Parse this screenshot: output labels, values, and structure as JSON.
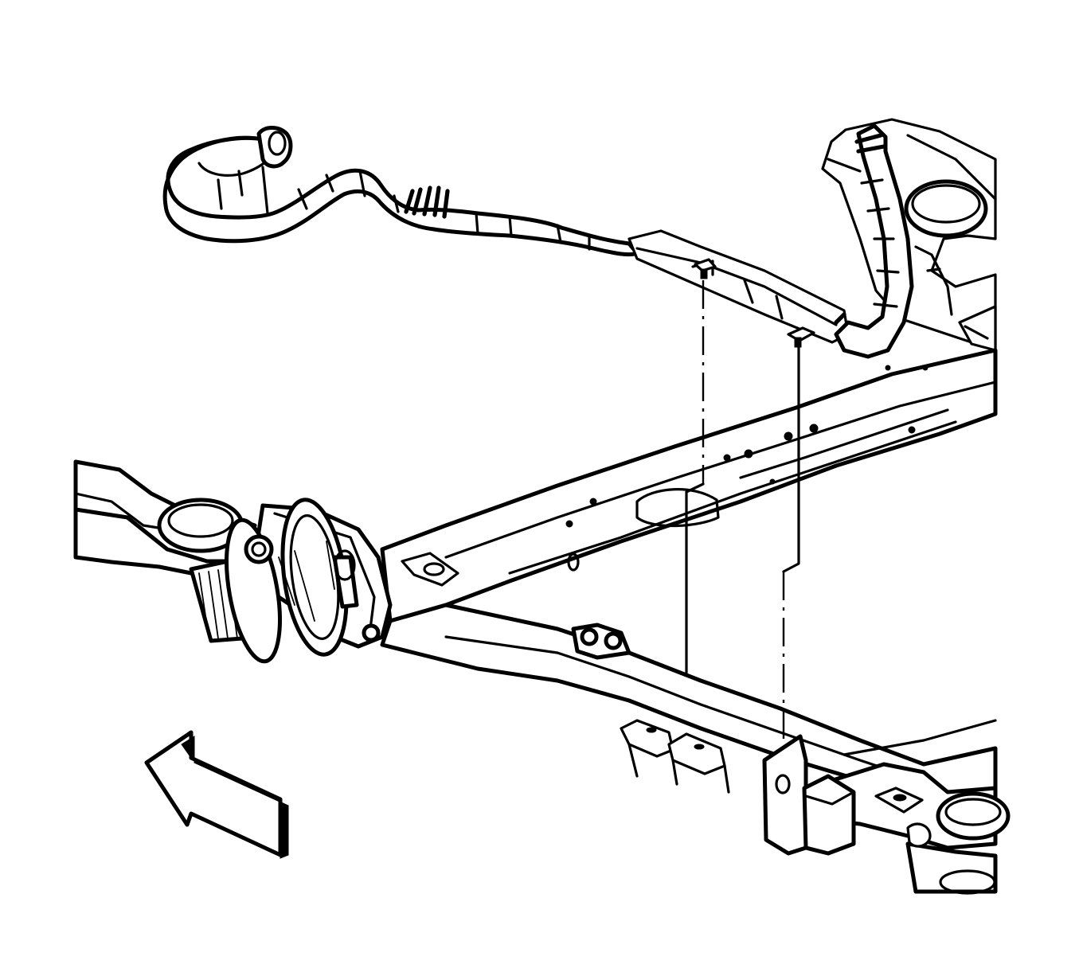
{
  "figure": {
    "kind": "exploded-view service illustration",
    "colors": {
      "line": "#000000",
      "background": "#ffffff"
    },
    "parts": [
      "front-crossmember",
      "steering-gear",
      "radiator-hose-and-bracket",
      "upper-hose",
      "frame-rail",
      "mount-bracket",
      "view-direction-arrow"
    ],
    "labels": []
  }
}
